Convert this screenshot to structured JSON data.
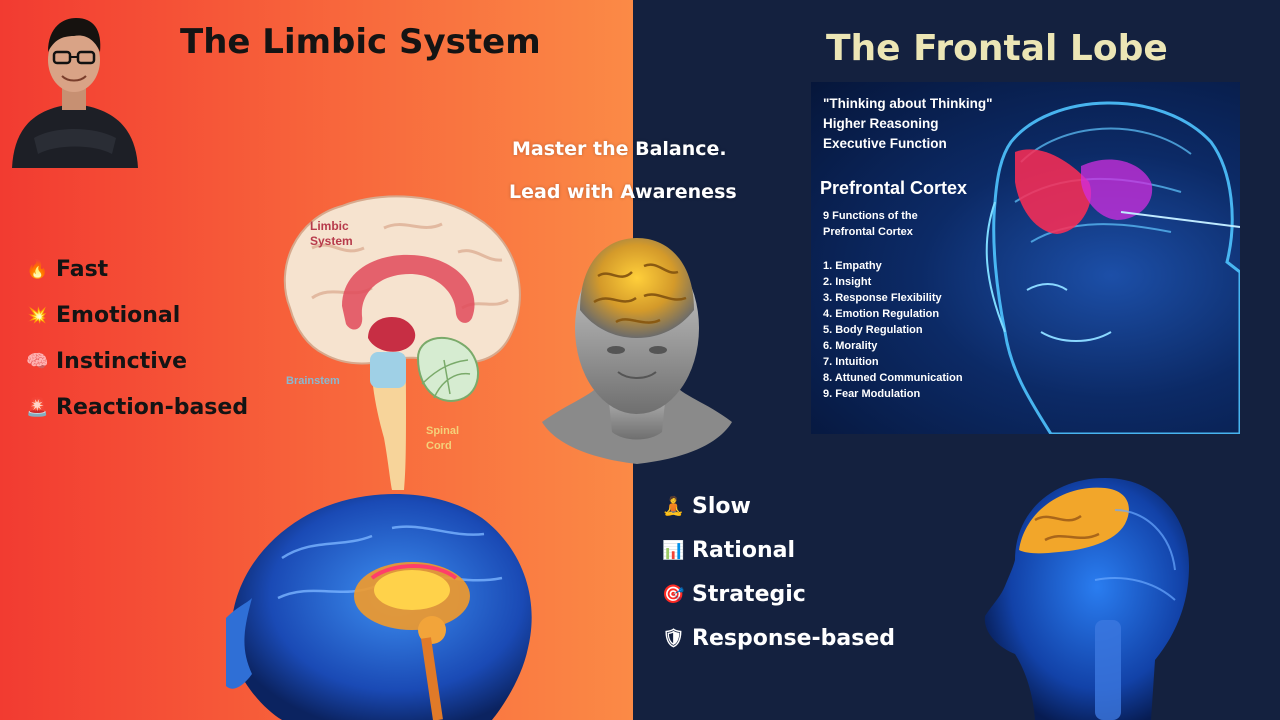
{
  "left": {
    "title": "The Limbic System",
    "traits": [
      {
        "icon": "🔥",
        "icon_name": "fire-icon",
        "label": "Fast"
      },
      {
        "icon": "💥",
        "icon_name": "collision-icon",
        "label": "Emotional"
      },
      {
        "icon": "🧠",
        "icon_name": "brain-icon",
        "label": "Instinctive"
      },
      {
        "icon": "🚨",
        "icon_name": "siren-icon",
        "label": "Reaction-based"
      }
    ],
    "diagram": {
      "labels": {
        "limbic": "Limbic\nSystem",
        "brainstem": "Brainstem",
        "spinal": "Spinal\nCord"
      }
    }
  },
  "center": {
    "tagline_1": "Master the Balance.",
    "tagline_2": "Lead with Awareness"
  },
  "right": {
    "title": "The Frontal Lobe",
    "traits": [
      {
        "icon": "🧘",
        "icon_name": "meditation-icon",
        "label": "Slow"
      },
      {
        "icon": "📊",
        "icon_name": "bar-chart-icon",
        "label": "Rational"
      },
      {
        "icon": "🎯",
        "icon_name": "target-icon",
        "label": "Strategic"
      },
      {
        "icon": "🛡",
        "icon_name": "shield-icon",
        "label": "Response-based"
      }
    ],
    "card": {
      "lines": [
        "\"Thinking about Thinking\"",
        "Higher Reasoning",
        "Executive Function"
      ],
      "heading": "Prefrontal Cortex",
      "subheading": "9 Functions of the\nPrefrontal Cortex",
      "functions": [
        "1. Empathy",
        "2. Insight",
        "3. Response Flexibility",
        "4. Emotion Regulation",
        "5. Body Regulation",
        "6. Morality",
        "7. Intuition",
        "8. Attuned Communication",
        "9. Fear Modulation"
      ]
    }
  },
  "colors": {
    "left_gradient_start": "#f23b31",
    "left_gradient_end": "#fb8a46",
    "right_background": "#14213f",
    "right_title": "#ece6b5"
  }
}
